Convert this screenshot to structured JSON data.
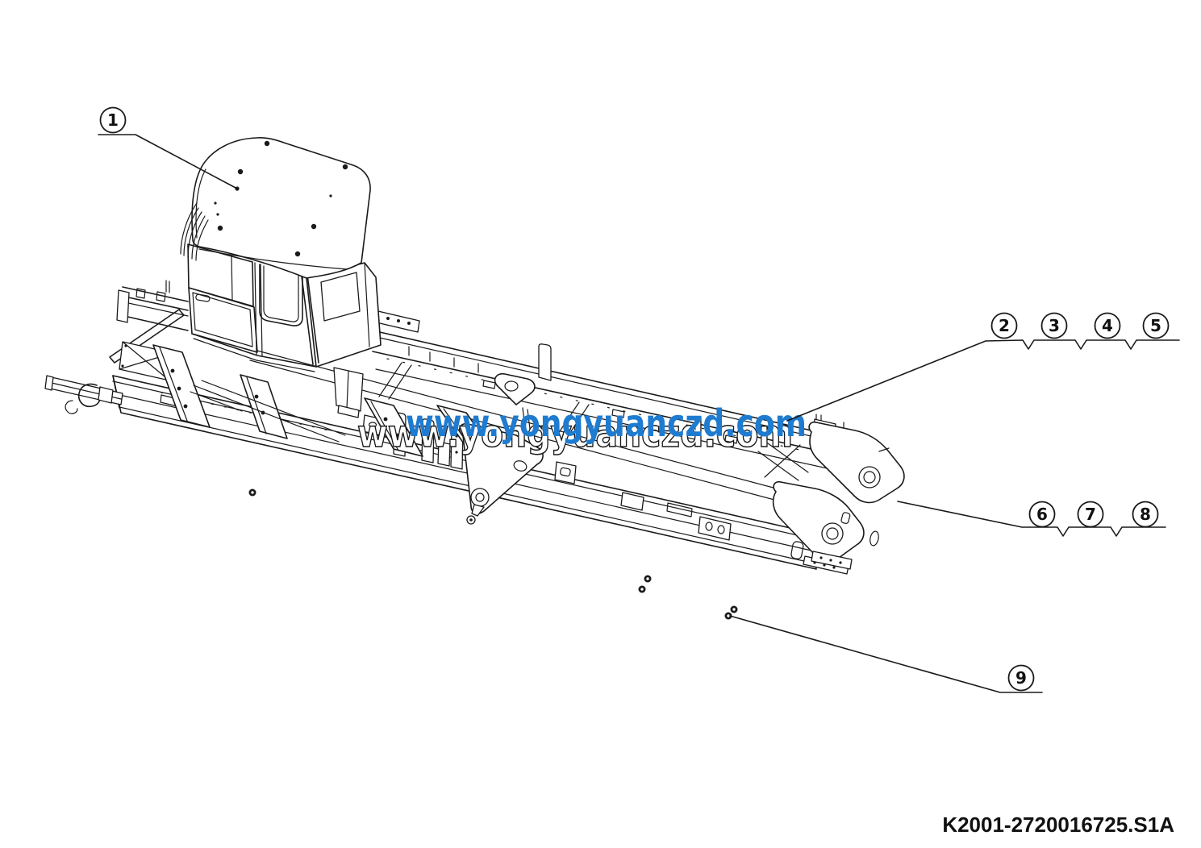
{
  "drawing": {
    "part_number": "K2001-2720016725.S1A",
    "watermark": {
      "text": "www.yongyuanczd.com",
      "outline_text": "www.yongyuanczd.com",
      "color": "#1e7bd0"
    },
    "colors": {
      "line": "#1a1a1a",
      "background": "#ffffff"
    },
    "subject": "truck chassis frame with cab assembly diagram",
    "callouts": [
      {
        "label": "1"
      },
      {
        "label": "2"
      },
      {
        "label": "3"
      },
      {
        "label": "4"
      },
      {
        "label": "5"
      },
      {
        "label": "6"
      },
      {
        "label": "7"
      },
      {
        "label": "8"
      },
      {
        "label": "9"
      }
    ]
  }
}
